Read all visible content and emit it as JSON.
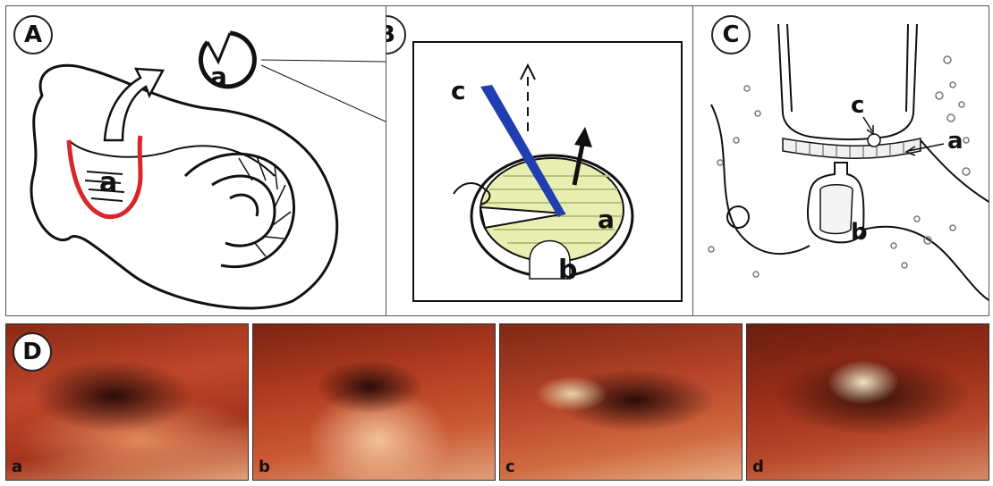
{
  "panels": {
    "A": {
      "tag": "A",
      "labels": {
        "a_top": "a",
        "a_main": "a"
      }
    },
    "B": {
      "tag": "B",
      "labels": {
        "c": "c",
        "a": "a",
        "b": "b"
      }
    },
    "C": {
      "tag": "C",
      "labels": {
        "c": "c",
        "a": "a",
        "b": "b"
      }
    },
    "D": {
      "tag": "D",
      "photos": [
        {
          "label": "a"
        },
        {
          "label": "b"
        },
        {
          "label": "c"
        },
        {
          "label": "d"
        }
      ]
    }
  },
  "colors": {
    "red_outline": "#d8262b",
    "blue_instrument": "#1f3fb0",
    "hatch_fill": "#e9efb2",
    "tissue_dark": "#7a1a10",
    "tissue_mid": "#b0341c"
  }
}
